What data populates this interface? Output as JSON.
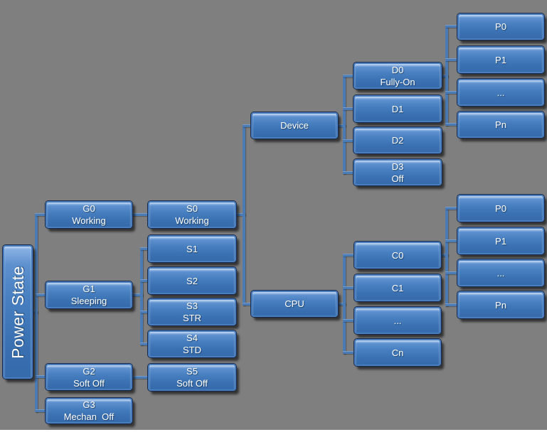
{
  "diagram_title": "Power State",
  "colors": {
    "background": "#7f7f7f",
    "bottom_strip": "#ffffff",
    "connector": "#4b7bb5",
    "box_fill_top": "#8fb6e6",
    "box_fill_bottom": "#356aab",
    "box_border": "#4a7dbd",
    "box_edge": "#16294a",
    "text": "#ffffff"
  },
  "boxes": {
    "root": {
      "line1": "Power State"
    },
    "g0": {
      "line1": "G0",
      "line2": "Working"
    },
    "g1": {
      "line1": "G1",
      "line2": "Sleeping"
    },
    "g2": {
      "line1": "G2",
      "line2": "Soft Off"
    },
    "g3": {
      "line1": "G3",
      "line2": "Mechan  Off"
    },
    "s0": {
      "line1": "S0",
      "line2": "Working"
    },
    "s1": {
      "line1": "S1"
    },
    "s2": {
      "line1": "S2"
    },
    "s3": {
      "line1": "S3",
      "line2": "STR"
    },
    "s4": {
      "line1": "S4",
      "line2": "STD"
    },
    "s5": {
      "line1": "S5",
      "line2": "Soft Off"
    },
    "device": {
      "line1": "Device"
    },
    "cpu": {
      "line1": "CPU"
    },
    "d0": {
      "line1": "D0",
      "line2": "Fully-On"
    },
    "d1": {
      "line1": "D1"
    },
    "d2": {
      "line1": "D2"
    },
    "d3": {
      "line1": "D3",
      "line2": "Off"
    },
    "c0": {
      "line1": "C0"
    },
    "c1": {
      "line1": "C1"
    },
    "c_more": {
      "line1": "..."
    },
    "cn": {
      "line1": "Cn"
    },
    "p_top": [
      {
        "line1": "P0"
      },
      {
        "line1": "P1"
      },
      {
        "line1": "..."
      },
      {
        "line1": "Pn"
      }
    ],
    "p_bottom": [
      {
        "line1": "P0"
      },
      {
        "line1": "P1"
      },
      {
        "line1": "..."
      },
      {
        "line1": "Pn"
      }
    ]
  },
  "edges": [
    [
      "Power State",
      "G0"
    ],
    [
      "Power State",
      "G1"
    ],
    [
      "Power State",
      "G2"
    ],
    [
      "Power State",
      "G3"
    ],
    [
      "G0",
      "S0"
    ],
    [
      "G1",
      "S1"
    ],
    [
      "G1",
      "S2"
    ],
    [
      "G1",
      "S3"
    ],
    [
      "G1",
      "S4"
    ],
    [
      "G2",
      "S5"
    ],
    [
      "S0",
      "Device"
    ],
    [
      "S0",
      "CPU"
    ],
    [
      "Device",
      "D0"
    ],
    [
      "Device",
      "D1"
    ],
    [
      "Device",
      "D2"
    ],
    [
      "Device",
      "D3"
    ],
    [
      "CPU",
      "C0"
    ],
    [
      "CPU",
      "C1"
    ],
    [
      "CPU",
      "..."
    ],
    [
      "CPU",
      "Cn"
    ],
    [
      "D0",
      "P0"
    ],
    [
      "D0",
      "P1"
    ],
    [
      "D0",
      "..."
    ],
    [
      "D0",
      "Pn"
    ],
    [
      "C0",
      "P0"
    ],
    [
      "C0",
      "P1"
    ],
    [
      "C0",
      "..."
    ],
    [
      "C0",
      "Pn"
    ]
  ]
}
